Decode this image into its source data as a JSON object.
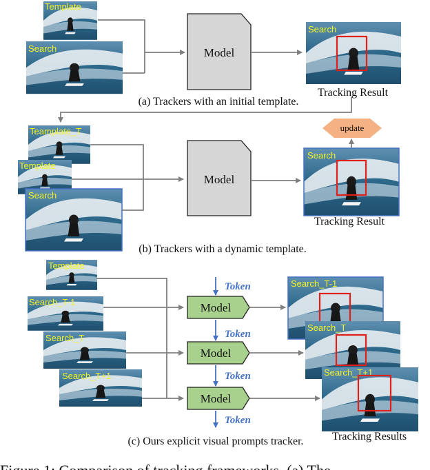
{
  "labels": {
    "template": "Template",
    "search": "Search",
    "template_t": "Teamplate_T",
    "search_t_minus_1": "Search_T-1",
    "search_t": "Search_T",
    "search_t_plus_1": "Search_T+1"
  },
  "model_label": "Model",
  "token_label": "Token",
  "update_label": "update",
  "captions": {
    "a": "(a) Trackers with an initial template.",
    "b": "(b) Trackers with a dynamic template.",
    "c": "(c) Ours explicit visual prompts tracker."
  },
  "result_labels": {
    "single": "Tracking Result",
    "plural": "Tracking Results"
  },
  "colors": {
    "model_gray": "#d6d6d6",
    "model_green": "#a9d18e",
    "update_orange": "#f4b183",
    "arrow_gray": "#7f7f7f",
    "arrow_blue": "#4472c4",
    "box_red": "#e0201b",
    "label_yellow": "#f4f421"
  },
  "footer_fragment": "Figure 1: Comparison of tracking frameworks. (a) The"
}
